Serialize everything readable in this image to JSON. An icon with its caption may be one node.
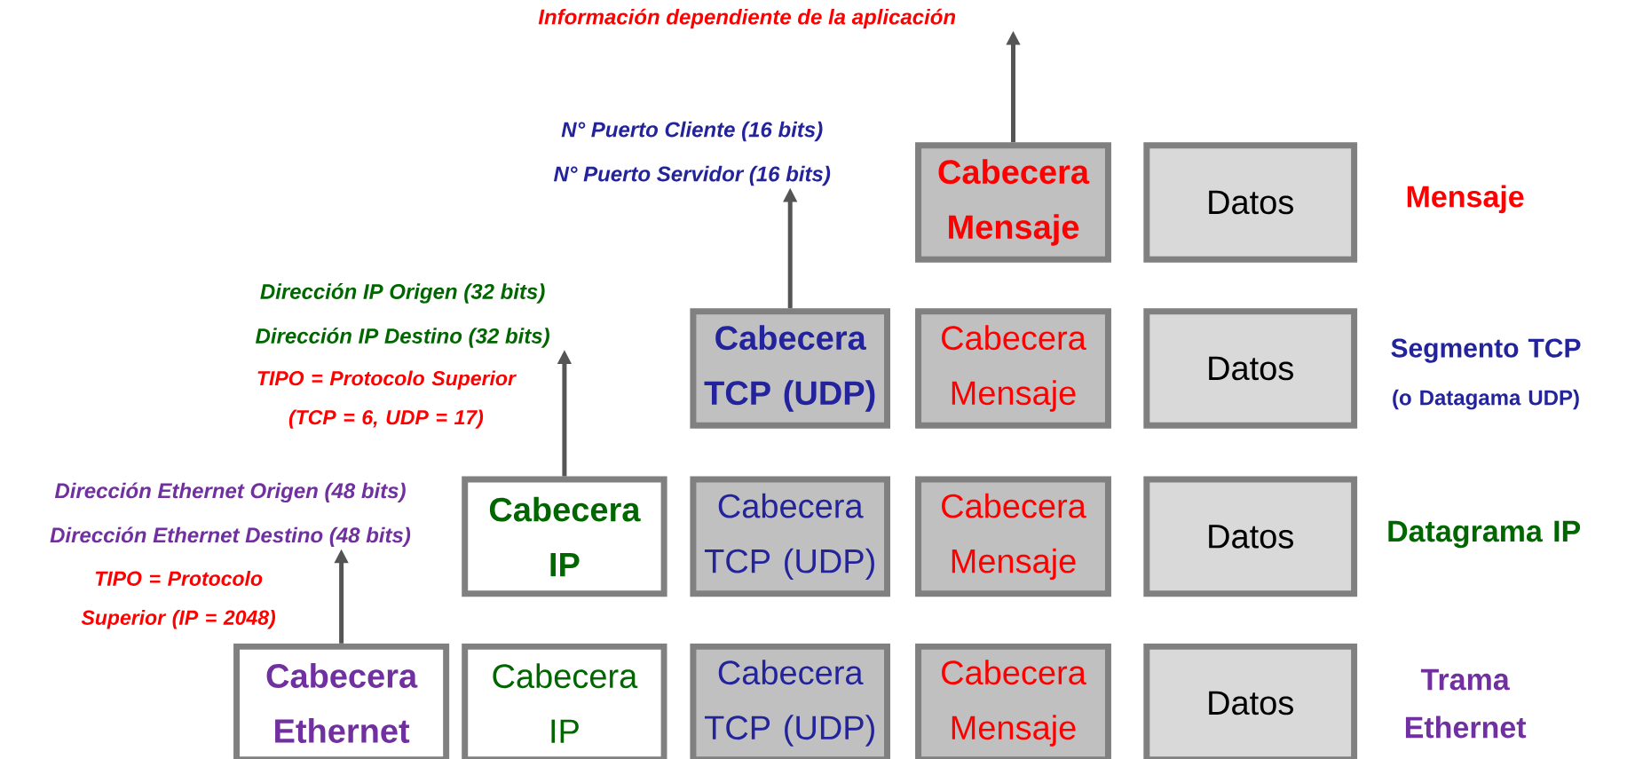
{
  "diagram": {
    "nodes": [
      {
        "text": [
          "Información dependiente de la aplicación"
        ]
      },
      {
        "text": [
          "N° Puerto Cliente (16 bits)",
          "N° Puerto Servidor (16 bits)"
        ]
      },
      {
        "text": [
          "Dirección IP Origen (32 bits)",
          "Dirección IP Destino (32 bits)"
        ],
        "beside": [
          "TIPO = Protocolo Superior (TCP = 6, UDP = 17)"
        ]
      },
      {
        "text": [
          "Dirección Ethernet Origen (48 bits)",
          "Dirección Ethernet Destino (48 bits)"
        ],
        "beside": [
          "TIPO = Protocolo Superior (IP = 2048)"
        ]
      },
      {
        "text": [
          "Cabecera Mensaje"
        ]
      },
      {
        "text": [
          "Datos"
        ]
      },
      {
        "text": [
          "Cabecera TCP (UDP)"
        ]
      },
      {
        "text": [
          "Cabecera Mensaje"
        ]
      },
      {
        "text": [
          "Datos"
        ]
      },
      {
        "text": [
          "Cabecera IP"
        ]
      },
      {
        "text": [
          "Cabecera TCP (UDP)"
        ]
      },
      {
        "text": [
          "Cabecera Mensaje"
        ]
      },
      {
        "text": [
          "Datos"
        ]
      },
      {
        "text": [
          "Cabecera Ethernet"
        ]
      },
      {
        "text": [
          "Cabecera IP"
        ]
      },
      {
        "text": [
          "Cabecera TCP (UDP)"
        ]
      },
      {
        "text": [
          "Cabecera Mensaje"
        ]
      },
      {
        "text": [
          "Datos"
        ]
      }
    ],
    "edges": [
      {
        "from": 4,
        "to": 0,
        "arrow": "to"
      },
      {
        "from": 6,
        "to": 1,
        "arrow": "to"
      },
      {
        "from": 9,
        "to": 2,
        "arrow": "to"
      },
      {
        "from": 13,
        "to": 3,
        "arrow": "to"
      }
    ],
    "labels": [
      "Mensaje",
      "Segmento TCP",
      "(o Datagama UDP)",
      "Datagrama IP",
      "Trama Ethernet"
    ]
  }
}
